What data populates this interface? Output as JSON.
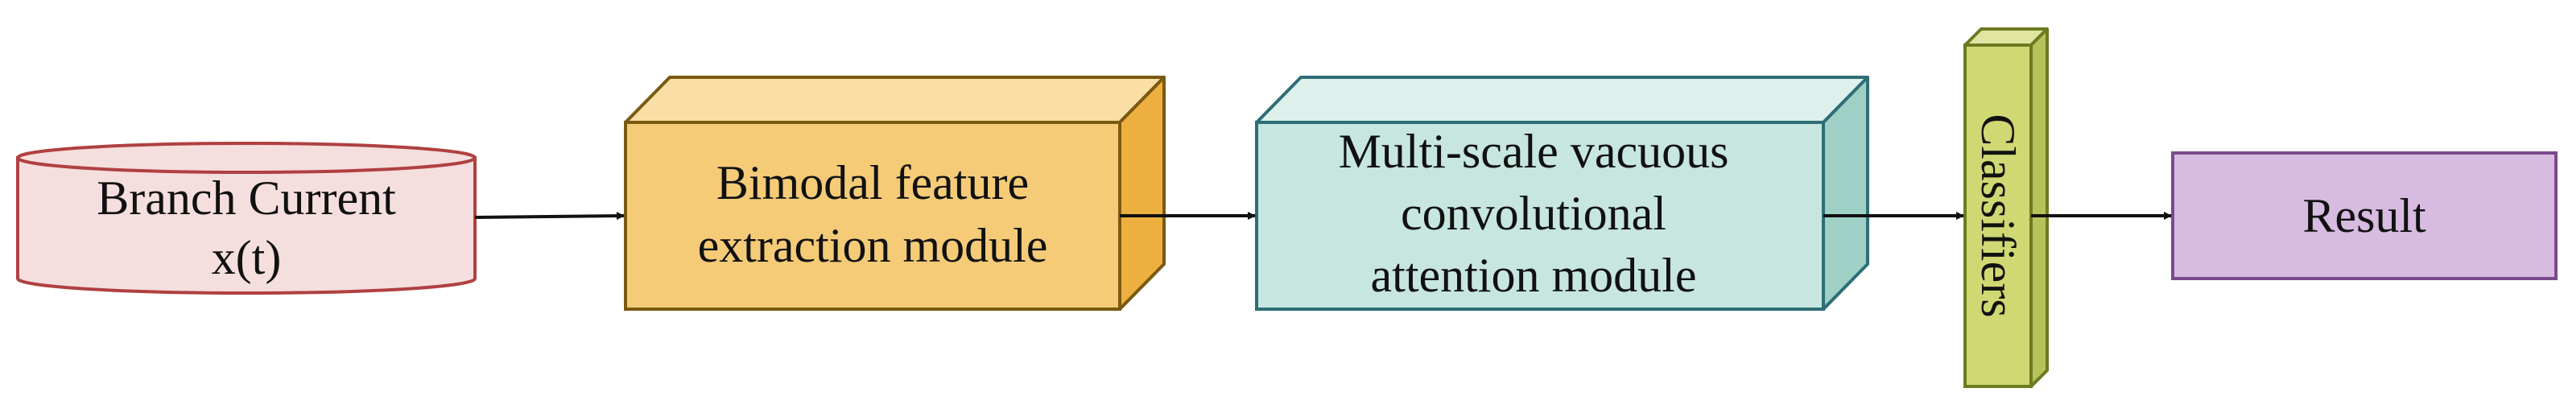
{
  "nodes": {
    "input": {
      "line1": "Branch Current",
      "line2": "x(t)",
      "face_color": "#F5DEDE",
      "stroke_color": "#B04040"
    },
    "bimodal": {
      "line1": "Bimodal feature",
      "line2": "extraction module",
      "front_color": "#F5CB78",
      "top_color": "#F9DFA6",
      "side_color": "#EDB040",
      "stroke_color": "#7A5A10"
    },
    "multiscale": {
      "line1": "Multi-scale vacuous",
      "line2": "convolutional",
      "line3": "attention module",
      "front_color": "#C6E6DF",
      "top_color": "#DDF0EC",
      "side_color": "#9FD0C6",
      "stroke_color": "#2E6E76"
    },
    "classifiers": {
      "label": "Classifiers",
      "front_color": "#CFD873",
      "top_color": "#E0E6A2",
      "side_color": "#B7C25A",
      "stroke_color": "#6E7A20"
    },
    "result": {
      "label": "Result",
      "face_color": "#D7BBE0",
      "stroke_color": "#7B4A8C"
    }
  },
  "arrow_color": "#111111"
}
